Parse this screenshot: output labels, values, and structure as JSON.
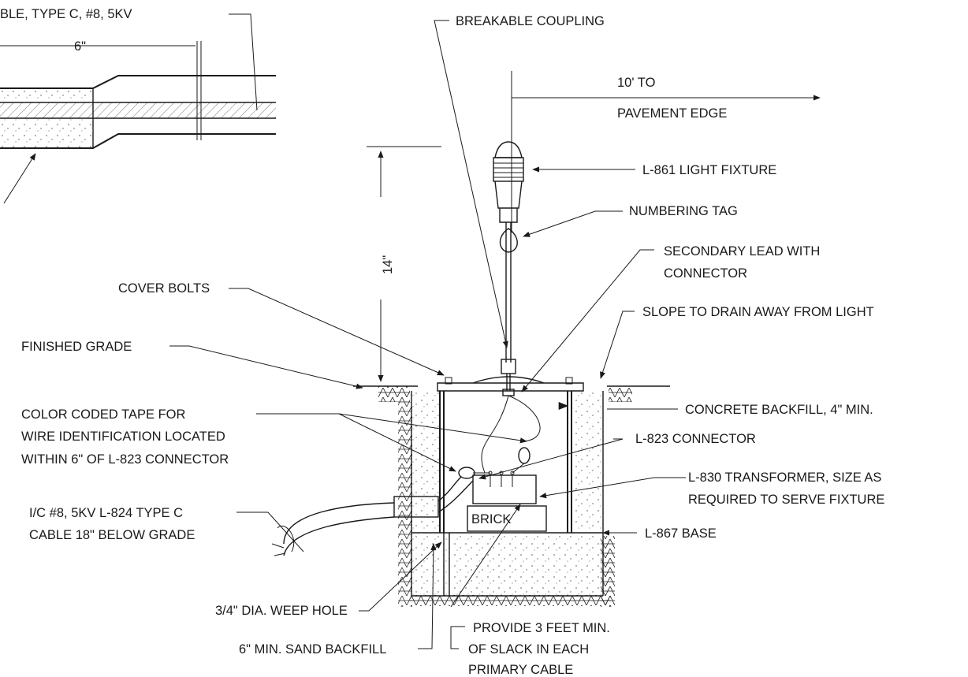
{
  "callouts": {
    "cable_type": "BLE, TYPE C, #8, 5KV",
    "six_inch_dim": "6\"",
    "breakable_coupling": "BREAKABLE COUPLING",
    "ten_ft_line1": "10' TO",
    "ten_ft_line2": "PAVEMENT EDGE",
    "light_fixture": "L-861 LIGHT FIXTURE",
    "numbering_tag": "NUMBERING TAG",
    "secondary_lead_line1": "SECONDARY LEAD WITH",
    "secondary_lead_line2": "CONNECTOR",
    "height_dim": "14\"",
    "cover_bolts": "COVER BOLTS",
    "slope": "SLOPE TO DRAIN AWAY FROM LIGHT",
    "finished_grade": "FINISHED GRADE",
    "concrete_backfill": "CONCRETE BACKFILL, 4\" MIN.",
    "tape_line1": "COLOR CODED TAPE FOR",
    "tape_line2": "WIRE IDENTIFICATION LOCATED",
    "tape_line3": "WITHIN 6\" OF L-823 CONNECTOR",
    "l823_connector": "L-823 CONNECTOR",
    "transformer_line1": "L-830 TRANSFORMER, SIZE AS",
    "transformer_line2": "REQUIRED TO SERVE FIXTURE",
    "cable_line1": "I/C #8, 5KV L-824 TYPE C",
    "cable_line2": "CABLE 18\" BELOW GRADE",
    "brick": "BRICK",
    "base": "L-867 BASE",
    "weep_hole": "3/4\" DIA. WEEP HOLE",
    "sand_backfill": "6\" MIN. SAND BACKFILL",
    "slack_line1": "PROVIDE 3 FEET MIN.",
    "slack_line2": "OF SLACK IN EACH",
    "slack_line3": "PRIMARY CABLE"
  },
  "colors": {
    "ink": "#1a1a1a",
    "paper": "#ffffff"
  }
}
